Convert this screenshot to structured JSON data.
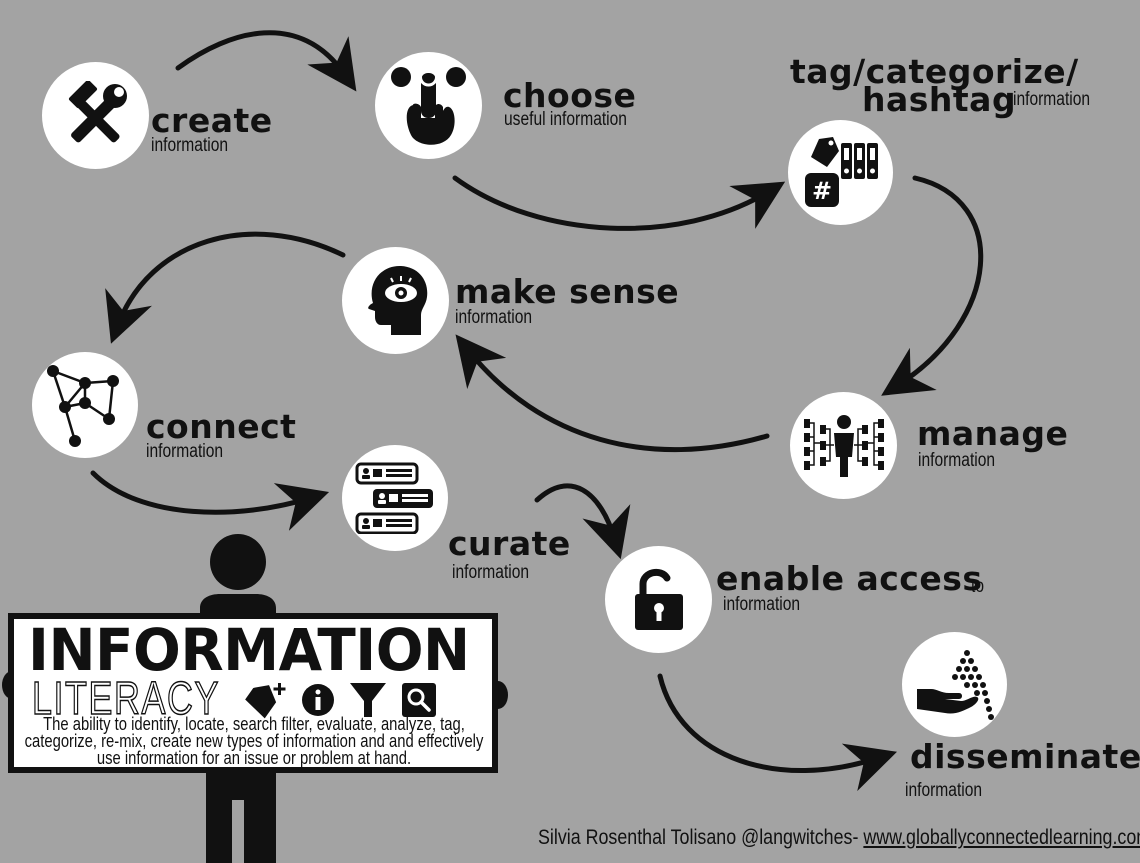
{
  "nodes": {
    "create": {
      "title": "create",
      "subtitle": "information"
    },
    "choose": {
      "title": "choose",
      "subtitle": "useful information"
    },
    "tag": {
      "title_line1": "tag/categorize/",
      "title_line2": "hashtag",
      "subtitle": "information"
    },
    "make_sense": {
      "title": "make sense",
      "subtitle": "information"
    },
    "connect": {
      "title": "connect",
      "subtitle": "information"
    },
    "manage": {
      "title": "manage",
      "subtitle": "information"
    },
    "curate": {
      "title": "curate",
      "subtitle": "information"
    },
    "enable_access": {
      "title": "enable access",
      "suffix": "to",
      "subtitle": "information"
    },
    "disseminate": {
      "title": "disseminate",
      "subtitle": "information"
    }
  },
  "banner": {
    "title": "INFORMATION",
    "subtitle": "LITERACY",
    "description": "The ability to identify, locate, search filter, evaluate, analyze, tag, categorize, re-mix, create new types of information and and effectively use information for an issue or problem at hand."
  },
  "credit": {
    "text": "Silvia Rosenthal Tolisano @langwitches- ",
    "link": "www.globallyconnectedlearning.com"
  },
  "colors": {
    "background": "#a3a3a3",
    "ink": "#111111",
    "circle": "#ffffff"
  }
}
